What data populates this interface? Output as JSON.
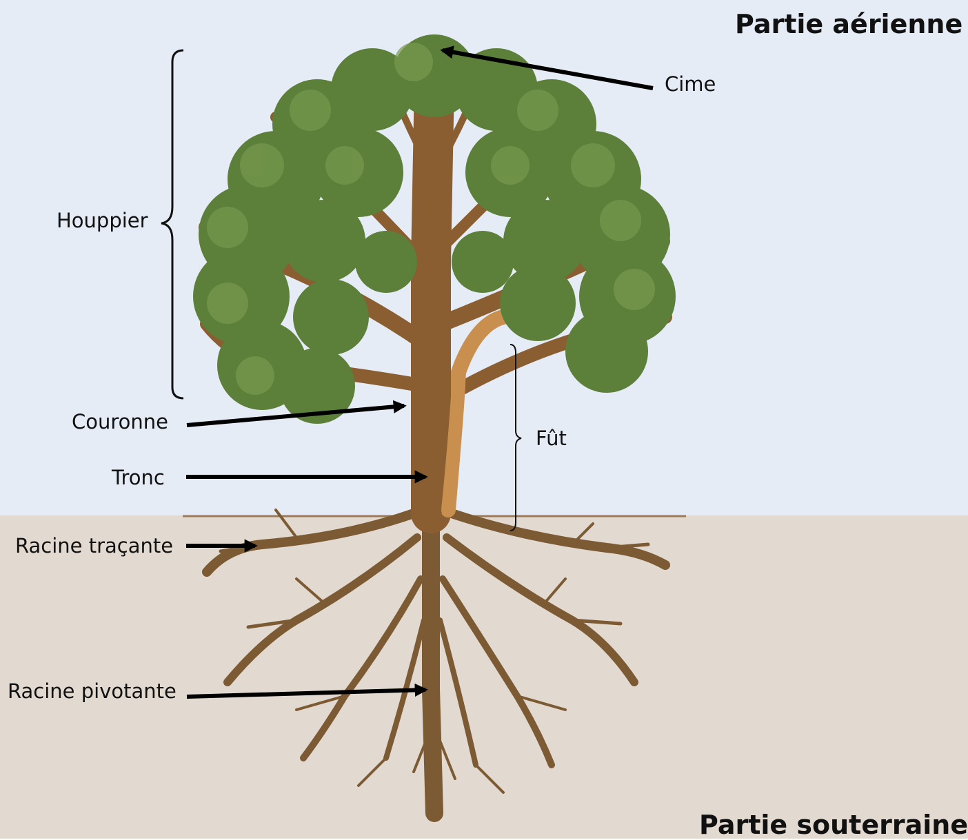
{
  "section_titles": {
    "aerial": "Partie aérienne",
    "underground": "Partie souterraine"
  },
  "labels": {
    "cime": "Cime",
    "houppier": "Houppier",
    "couronne": "Couronne",
    "tronc": "Tronc",
    "fut": "Fût",
    "racine_tracante": "Racine traçante",
    "racine_pivotante": "Racine pivotante"
  },
  "colors": {
    "sky": "#e5ecf6",
    "soil": "#e2dad0",
    "foliage": "#5c7f3a",
    "foliage_light": "#77994f",
    "wood": "#8a5e31",
    "wood_highlight": "#c88f4f",
    "arrow": "#000000"
  }
}
